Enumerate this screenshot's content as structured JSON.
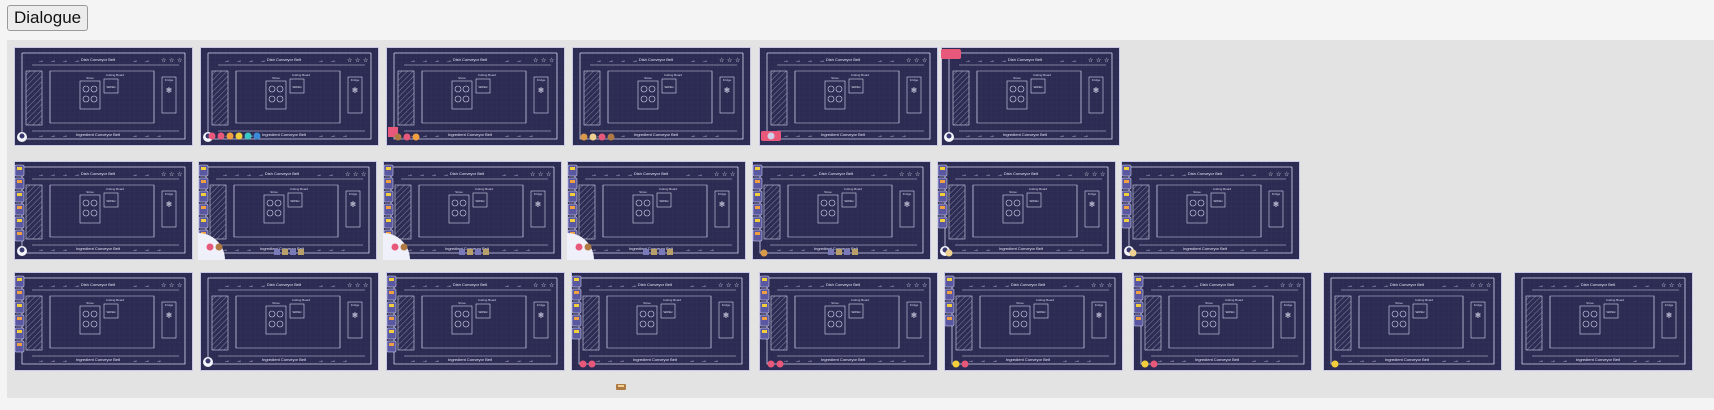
{
  "toolbar": {
    "dialogue_label": "Dialogue"
  },
  "kitchen": {
    "dish_belt": "Dish Conveyor Belt",
    "ingredient_belt": "Ingredient Conveyor Belt",
    "cutting_board": "Cutting Board",
    "stove": "Stove",
    "fridge": "Fridge",
    "wash": "WASH"
  },
  "colors": {
    "floor": "#2c2b52",
    "grid": "#3b3a66",
    "line": "#d4d4ec",
    "accent_pink": "#e8587a",
    "accent_orange": "#f0a040",
    "accent_yellow": "#f2cf3a",
    "accent_blue": "#3a8ad8",
    "accent_teal": "#3ac6c6"
  },
  "icons": {
    "bottom_left": "chef-avatar-icon",
    "ingredient_tray": "ingredient-icons",
    "side_panel": "order-tickets-icon"
  }
}
